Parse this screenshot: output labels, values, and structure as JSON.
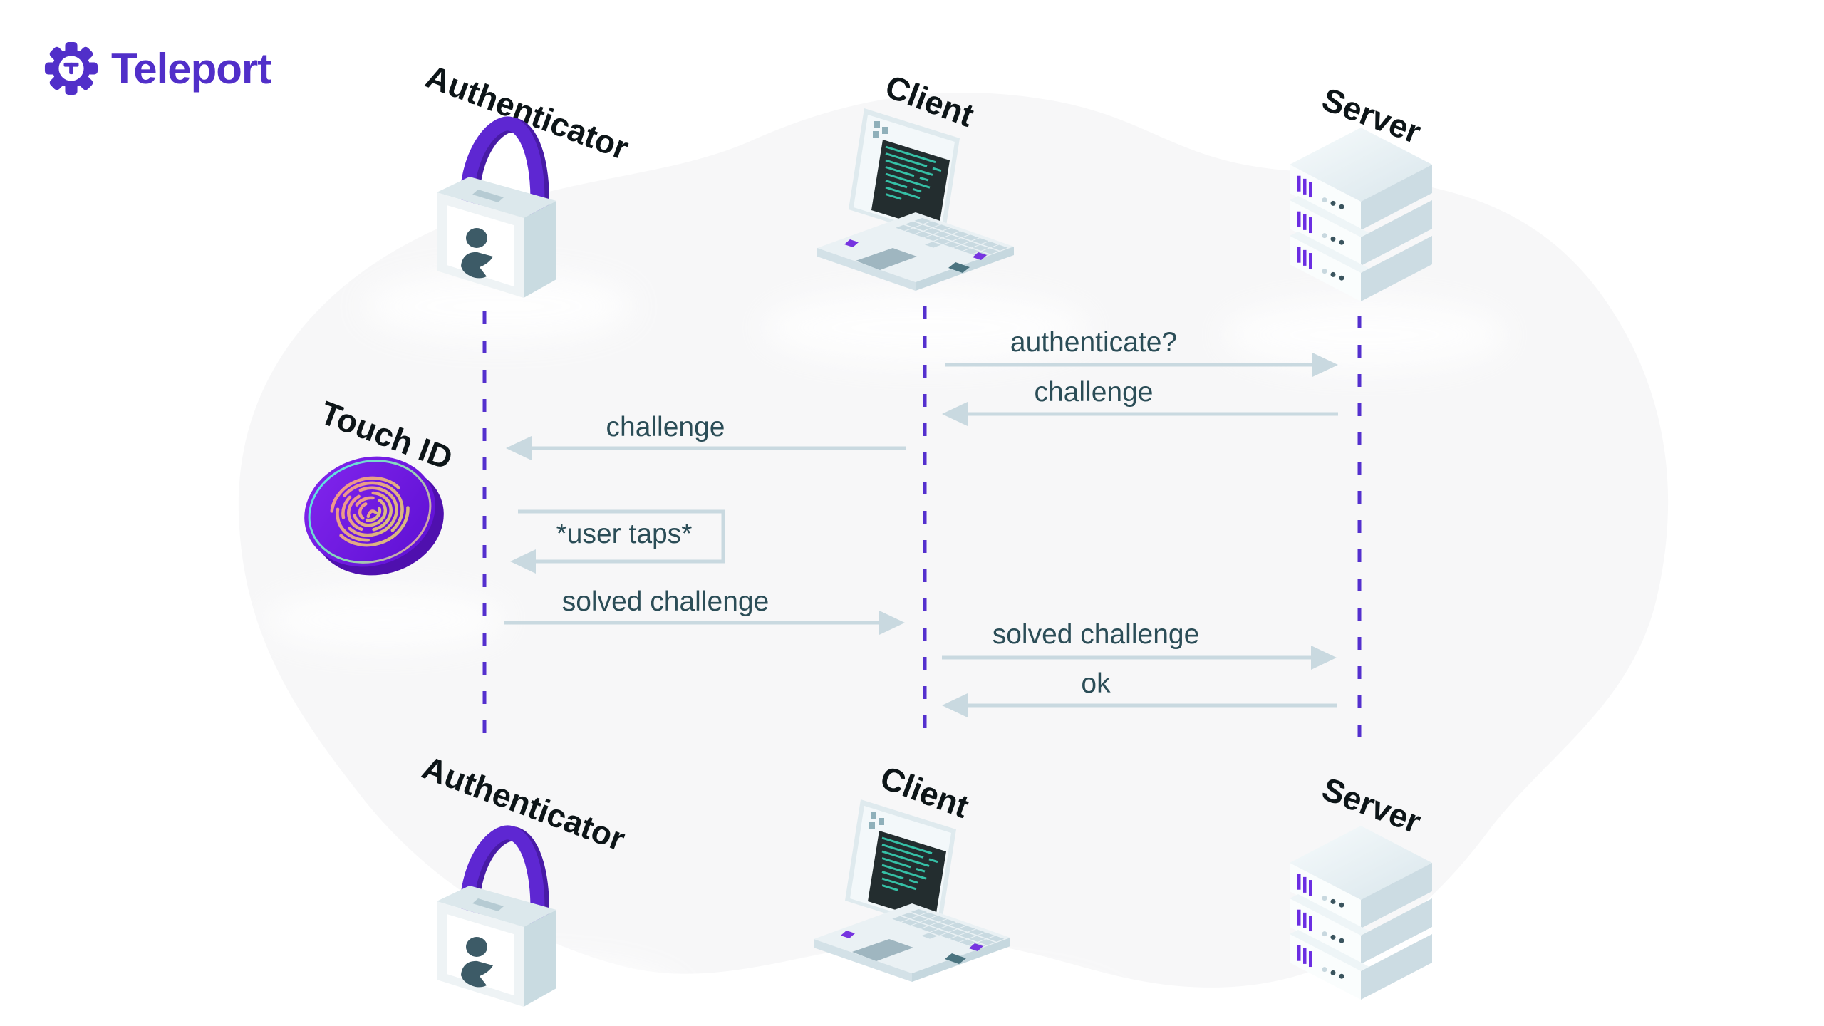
{
  "brand": {
    "name": "Teleport",
    "logo_icon": "teleport-gear-icon",
    "color": "#512FC9"
  },
  "touch_id": {
    "label": "Touch ID",
    "icon": "fingerprint-disc-icon"
  },
  "actors": {
    "top": [
      {
        "id": "authenticator",
        "label": "Authenticator",
        "icon": "padlock-icon"
      },
      {
        "id": "client",
        "label": "Client",
        "icon": "laptop-icon"
      },
      {
        "id": "server",
        "label": "Server",
        "icon": "server-stack-icon"
      }
    ],
    "bottom": [
      {
        "id": "authenticator",
        "label": "Authenticator",
        "icon": "padlock-icon"
      },
      {
        "id": "client",
        "label": "Client",
        "icon": "laptop-icon"
      },
      {
        "id": "server",
        "label": "Server",
        "icon": "server-stack-icon"
      }
    ]
  },
  "messages": [
    {
      "from": "client",
      "to": "server",
      "label": "authenticate?"
    },
    {
      "from": "server",
      "to": "client",
      "label": "challenge"
    },
    {
      "from": "client",
      "to": "authenticator",
      "label": "challenge"
    },
    {
      "from": "authenticator",
      "to": "authenticator",
      "label": "*user taps*",
      "style": "self-box"
    },
    {
      "from": "authenticator",
      "to": "client",
      "label": "solved challenge"
    },
    {
      "from": "client",
      "to": "server",
      "label": "solved challenge"
    },
    {
      "from": "server",
      "to": "client",
      "label": "ok"
    }
  ],
  "colors": {
    "brand_purple": "#512FC9",
    "lifeline_purple": "#5430CE",
    "arrow_gray_blue": "#C9D9E0",
    "message_text": "#2B4D57",
    "actor_text": "#0D1518",
    "background_blob": "#F7F7F8",
    "touch_id_purple": "#6D14DB",
    "terminal_teal": "#35BFA5"
  }
}
